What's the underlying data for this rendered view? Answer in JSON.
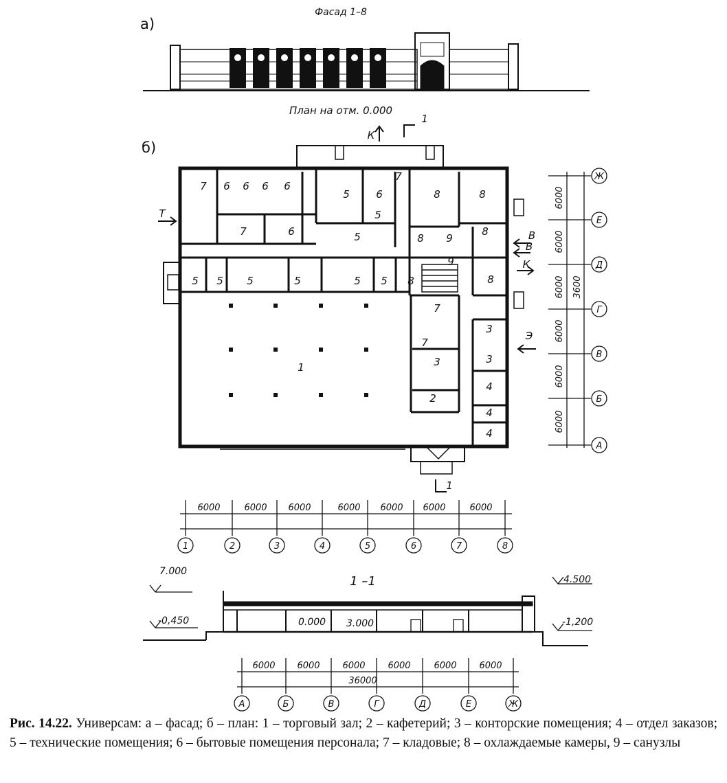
{
  "facade": {
    "title": "Фасад 1–8",
    "label": "а)"
  },
  "plan": {
    "title": "План на отм. 0.000",
    "label": "б)",
    "rooms": [
      {
        "id": "r1",
        "n": "1"
      },
      {
        "id": "r2",
        "n": "2"
      },
      {
        "id": "r3a",
        "n": "3"
      },
      {
        "id": "r3b",
        "n": "3"
      },
      {
        "id": "r3c",
        "n": "3"
      },
      {
        "id": "r4a",
        "n": "4"
      },
      {
        "id": "r4b",
        "n": "4"
      },
      {
        "id": "r4c",
        "n": "4"
      },
      {
        "id": "r5a",
        "n": "5"
      },
      {
        "id": "r5b",
        "n": "5"
      },
      {
        "id": "r5c",
        "n": "5"
      },
      {
        "id": "r5d",
        "n": "5"
      },
      {
        "id": "r5e",
        "n": "5"
      },
      {
        "id": "r5f",
        "n": "5"
      },
      {
        "id": "r5g",
        "n": "5"
      },
      {
        "id": "r5h",
        "n": "5"
      },
      {
        "id": "r5i",
        "n": "5"
      },
      {
        "id": "r6a",
        "n": "6"
      },
      {
        "id": "r6b",
        "n": "6"
      },
      {
        "id": "r6c",
        "n": "6"
      },
      {
        "id": "r6d",
        "n": "6"
      },
      {
        "id": "r6e",
        "n": "6"
      },
      {
        "id": "r6f",
        "n": "6"
      },
      {
        "id": "r7a",
        "n": "7"
      },
      {
        "id": "r7b",
        "n": "7"
      },
      {
        "id": "r7c",
        "n": "7"
      },
      {
        "id": "r7d",
        "n": "7"
      },
      {
        "id": "r7e",
        "n": "7"
      },
      {
        "id": "r8a",
        "n": "8"
      },
      {
        "id": "r8b",
        "n": "8"
      },
      {
        "id": "r8c",
        "n": "8"
      },
      {
        "id": "r8d",
        "n": "8"
      },
      {
        "id": "r8e",
        "n": "8"
      },
      {
        "id": "r8f",
        "n": "8"
      },
      {
        "id": "r9a",
        "n": "9"
      },
      {
        "id": "r9b",
        "n": "9"
      }
    ],
    "entrances": {
      "k_top": "К",
      "section_top": "1",
      "t_left": "Т",
      "v1": "В",
      "v2": "В",
      "k_right": "К",
      "e_right": "Э",
      "section_bottom": "1"
    },
    "axes_letters": [
      "А",
      "Б",
      "В",
      "Г",
      "Д",
      "Е",
      "Ж"
    ],
    "axes_numbers": [
      "1",
      "2",
      "3",
      "4",
      "5",
      "6",
      "7",
      "8"
    ],
    "dims_bottom": [
      "6000",
      "6000",
      "6000",
      "6000",
      "6000",
      "6000",
      "6000"
    ],
    "dims_right": [
      "6000",
      "6000",
      "6000",
      "6000",
      "6000",
      "6000"
    ],
    "dim_right_total": "3600"
  },
  "section": {
    "title": "1 –1",
    "marks": {
      "top_left": "7.000",
      "left_low": "-0,450",
      "floor": "0.000",
      "inner": "3.000",
      "right_top": "4.500",
      "right_low": "-1,200"
    },
    "axes_letters": [
      "А",
      "Б",
      "В",
      "Г",
      "Д",
      "Е",
      "Ж"
    ],
    "dims": [
      "6000",
      "6000",
      "6000",
      "6000",
      "6000",
      "6000"
    ],
    "total": "36000"
  },
  "caption": {
    "lead": "Рис. 14.22.",
    "text": " Универсам: а – фасад; б – план: 1 – торговый зал; 2 – кафетерий; 3 – конторские помещения; 4 – отдел заказов; 5 – технические помещения; 6 – бытовые помещения персонала; 7 – кладовые; 8 – охлаждаемые камеры, 9 – санузлы"
  }
}
